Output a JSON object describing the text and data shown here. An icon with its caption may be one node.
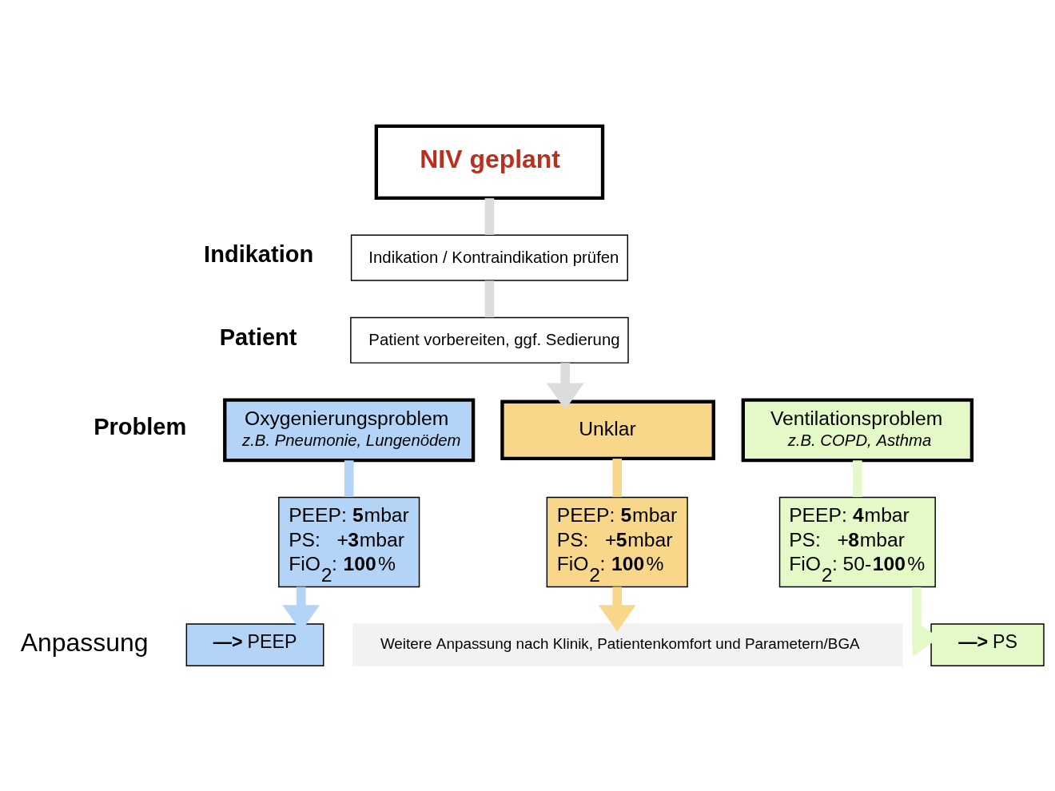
{
  "diagram": {
    "nodes": [
      {
        "text": [
          "NIV geplant"
        ]
      },
      {
        "text": [
          "Indikation / Kontraindikation prüfen"
        ]
      },
      {
        "text": [
          "Patient vorbereiten, ggf. Sedierung"
        ]
      },
      {
        "text": [
          "Oxygenierungsproblem",
          "z.B. Pneumonie, Lungenödem"
        ]
      },
      {
        "text": [
          "Unklar"
        ]
      },
      {
        "text": [
          "Ventilationsproblem",
          "z.B. COPD, Asthma"
        ]
      },
      {
        "text": [
          "PEEP: **5**mbar",
          "PS:   +**3**mbar",
          "FiO$_{2}$: **100**%"
        ]
      },
      {
        "text": [
          "PEEP: **5**mbar",
          "PS:   +**5**mbar",
          "FiO$_{2}$: **100**%"
        ]
      },
      {
        "text": [
          "PEEP: **4**mbar",
          "PS:   +**8**mbar",
          "FiO$_{2}$: 50-**100**%"
        ]
      },
      {
        "text": [
          "**—>** PEEP"
        ]
      },
      {
        "text": [
          "**—>** PS"
        ]
      },
      {
        "text": [
          "Weitere Anpassung nach Klinik, Patientenkomfort und Parametern/BGA"
        ]
      }
    ],
    "edges": [
      {
        "from": 0,
        "to": 1,
        "arrow": "none",
        "color": "#dcdcde"
      },
      {
        "from": 1,
        "to": 2,
        "arrow": "none",
        "color": "#dcdcde"
      },
      {
        "from": 2,
        "to": 4,
        "arrow": "to",
        "color": "#dcdcde"
      },
      {
        "from": 3,
        "to": 6,
        "arrow": "none",
        "color": "#b3d3f7"
      },
      {
        "from": 6,
        "to": 9,
        "arrow": "to",
        "color": "#b3d3f7"
      },
      {
        "from": 4,
        "to": 7,
        "arrow": "none",
        "color": "#f8d68a"
      },
      {
        "from": 7,
        "to": 11,
        "arrow": "to",
        "color": "#f8d68a"
      },
      {
        "from": 5,
        "to": 8,
        "arrow": "none",
        "color": "#e4f9c8"
      },
      {
        "from": 8,
        "to": 10,
        "arrow": "to",
        "color": "#e4f9c8"
      }
    ],
    "labels": [
      "Indikation",
      "Patient",
      "Problem",
      "Anpassung"
    ]
  }
}
